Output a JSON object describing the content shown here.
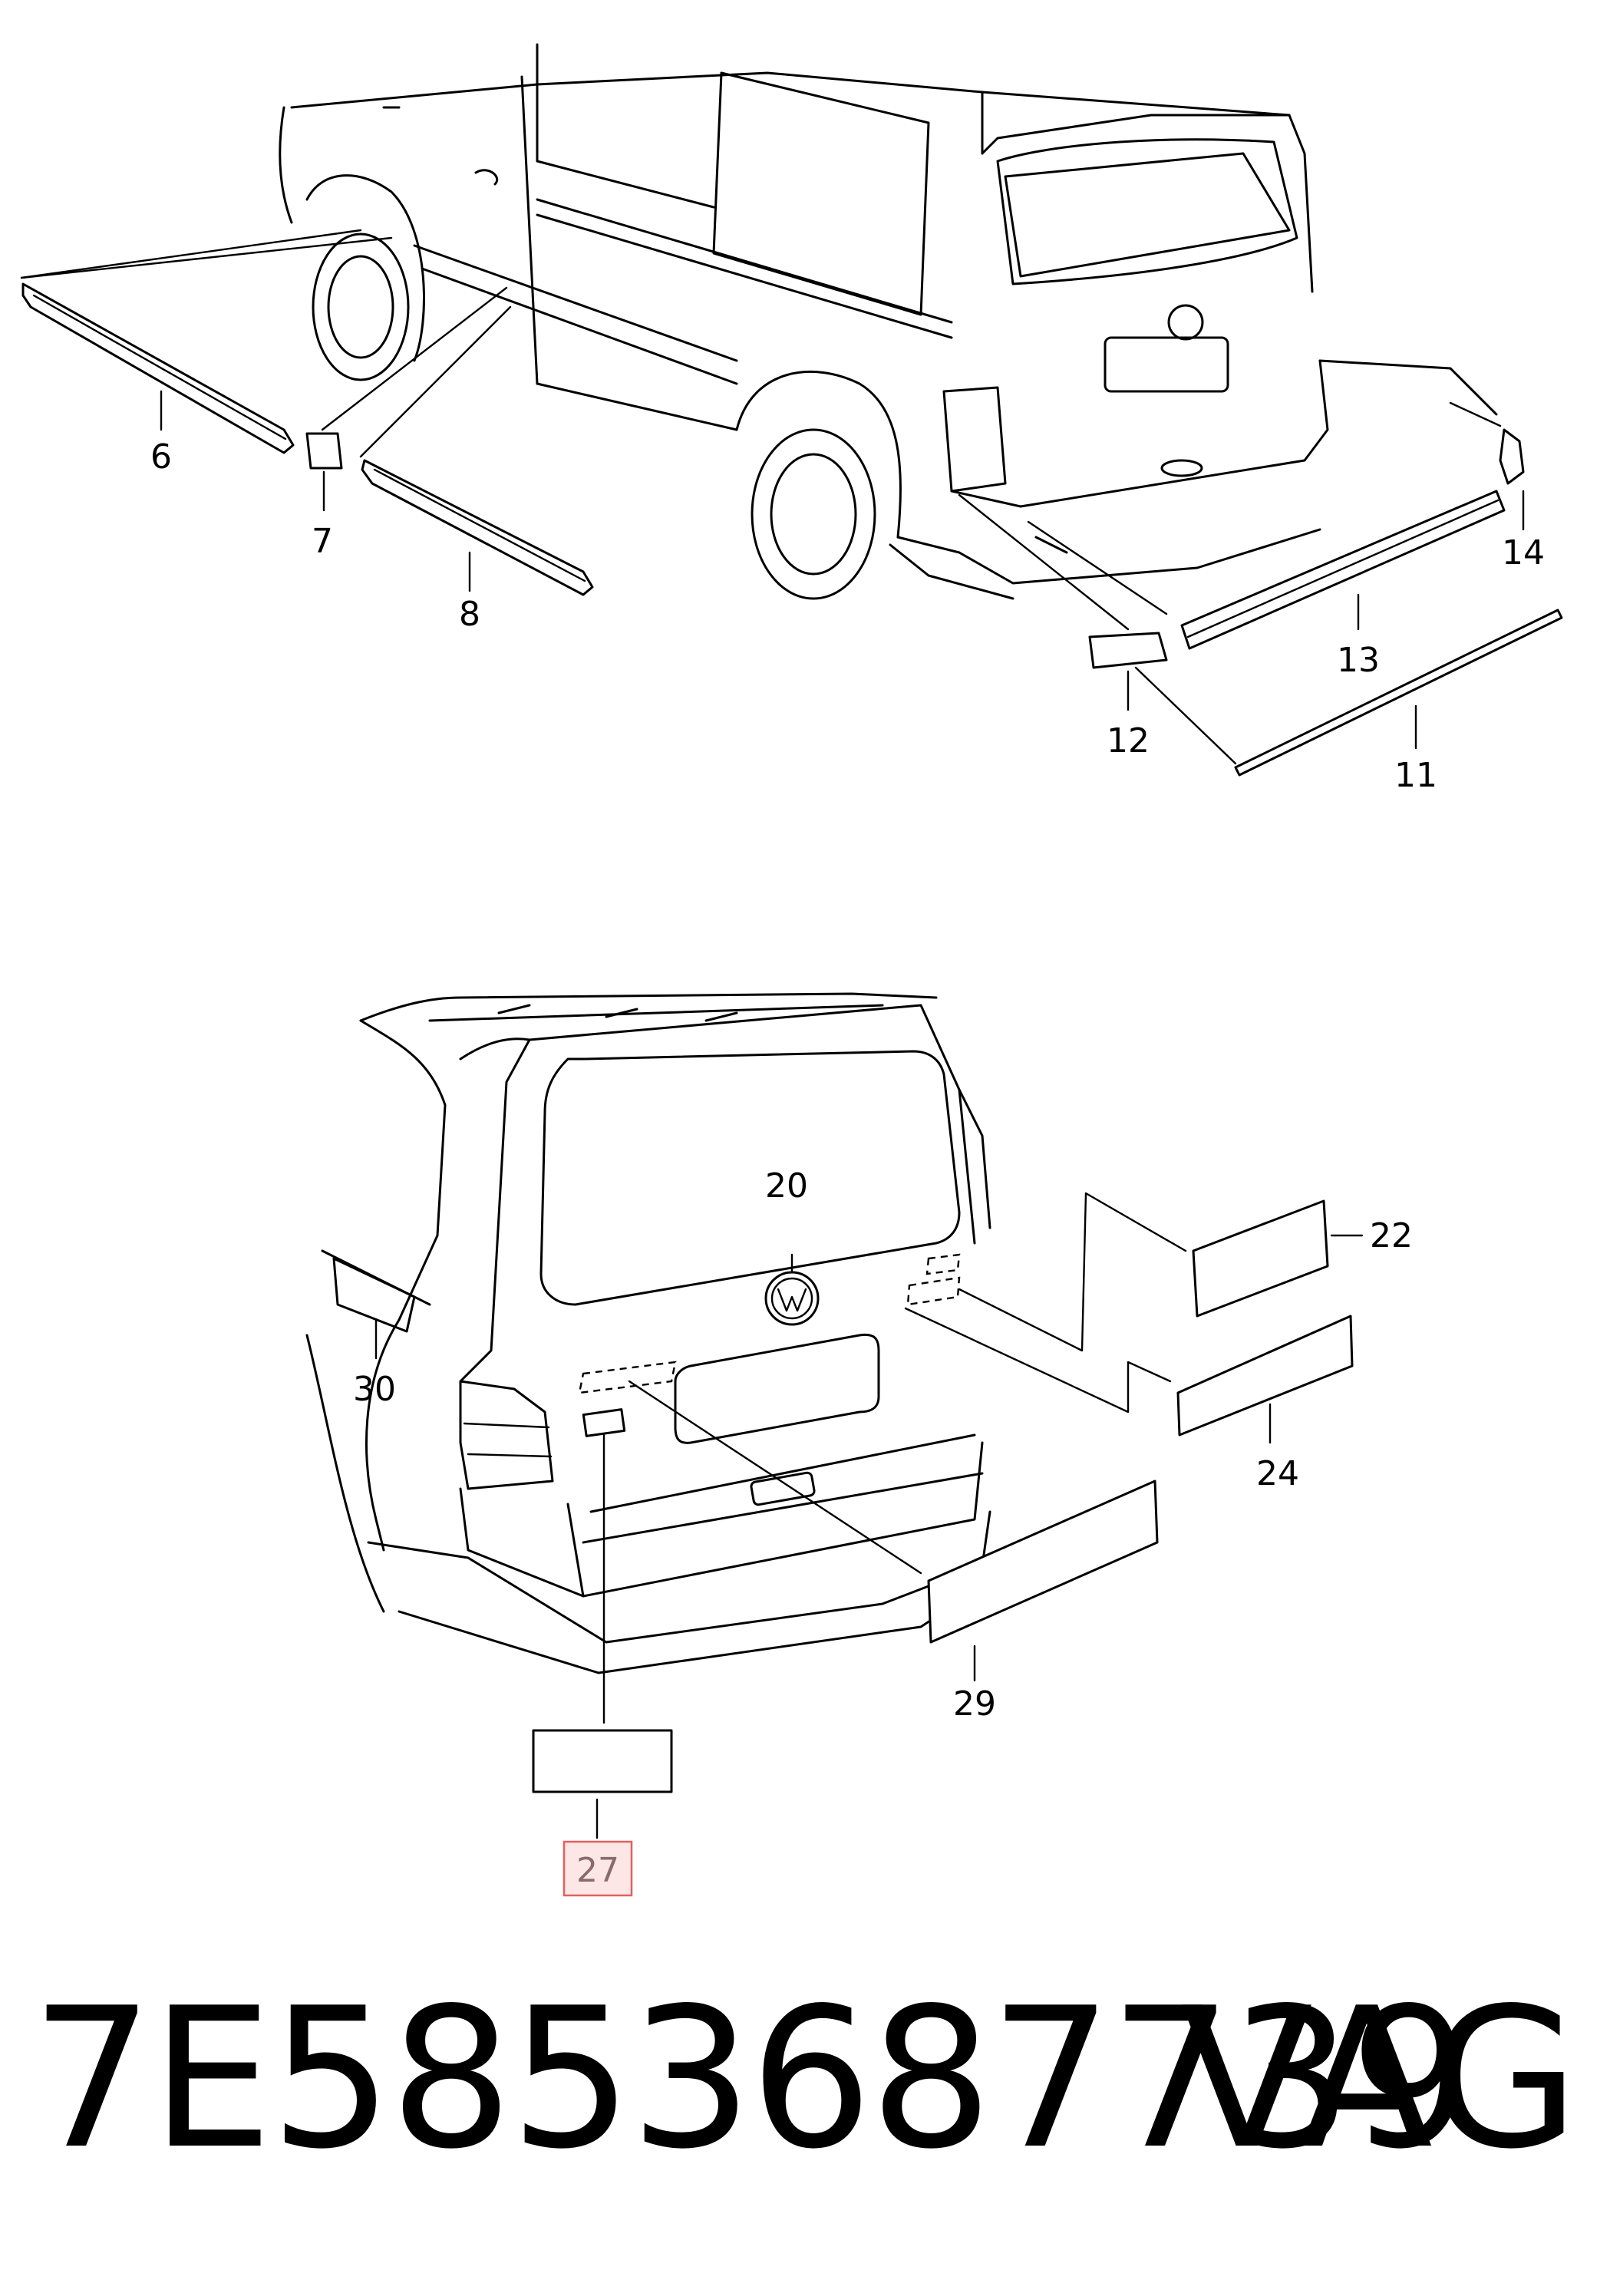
{
  "top_diagram": {
    "callouts": [
      "6",
      "7",
      "8",
      "11",
      "12",
      "13",
      "14"
    ]
  },
  "bottom_diagram": {
    "callouts": [
      "20",
      "22",
      "24",
      "29",
      "30"
    ],
    "highlighted_callout": "27",
    "highlight_color": "#e06060",
    "highlight_fill": "#fde6e6"
  },
  "footer": {
    "part_number": "7E5853687739",
    "brand": "VAG"
  }
}
